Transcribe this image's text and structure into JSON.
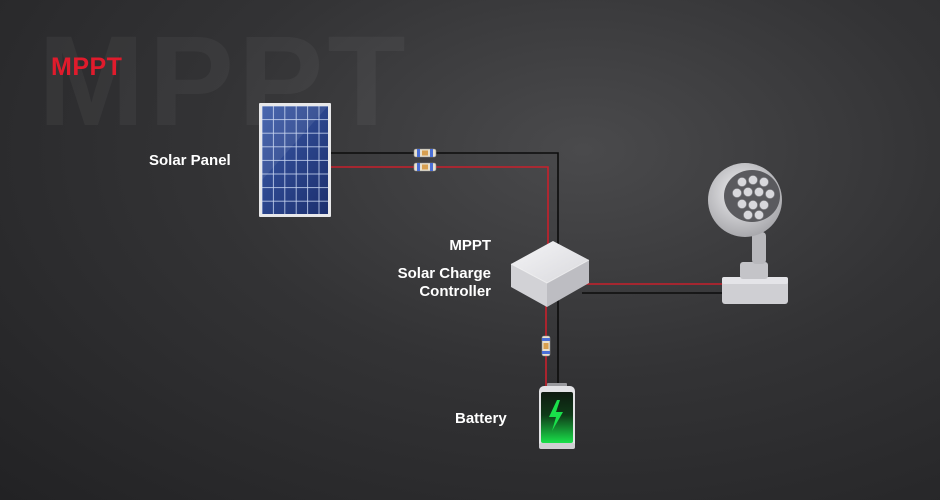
{
  "watermark": "MPPT",
  "brand": "MPPT",
  "labels": {
    "solar_panel": "Solar Panel",
    "controller_line1": "MPPT",
    "controller_line2": "Solar Charge",
    "controller_line3": "Controller",
    "battery": "Battery"
  },
  "colors": {
    "brand": "#e01b2c",
    "wire_positive": "#c8202c",
    "wire_negative": "#0c0c0c",
    "battery_glow": "#19e04a"
  },
  "icons": [
    "solar-panel",
    "fuse",
    "charge-controller-box",
    "battery-bolt",
    "led-spotlight"
  ]
}
